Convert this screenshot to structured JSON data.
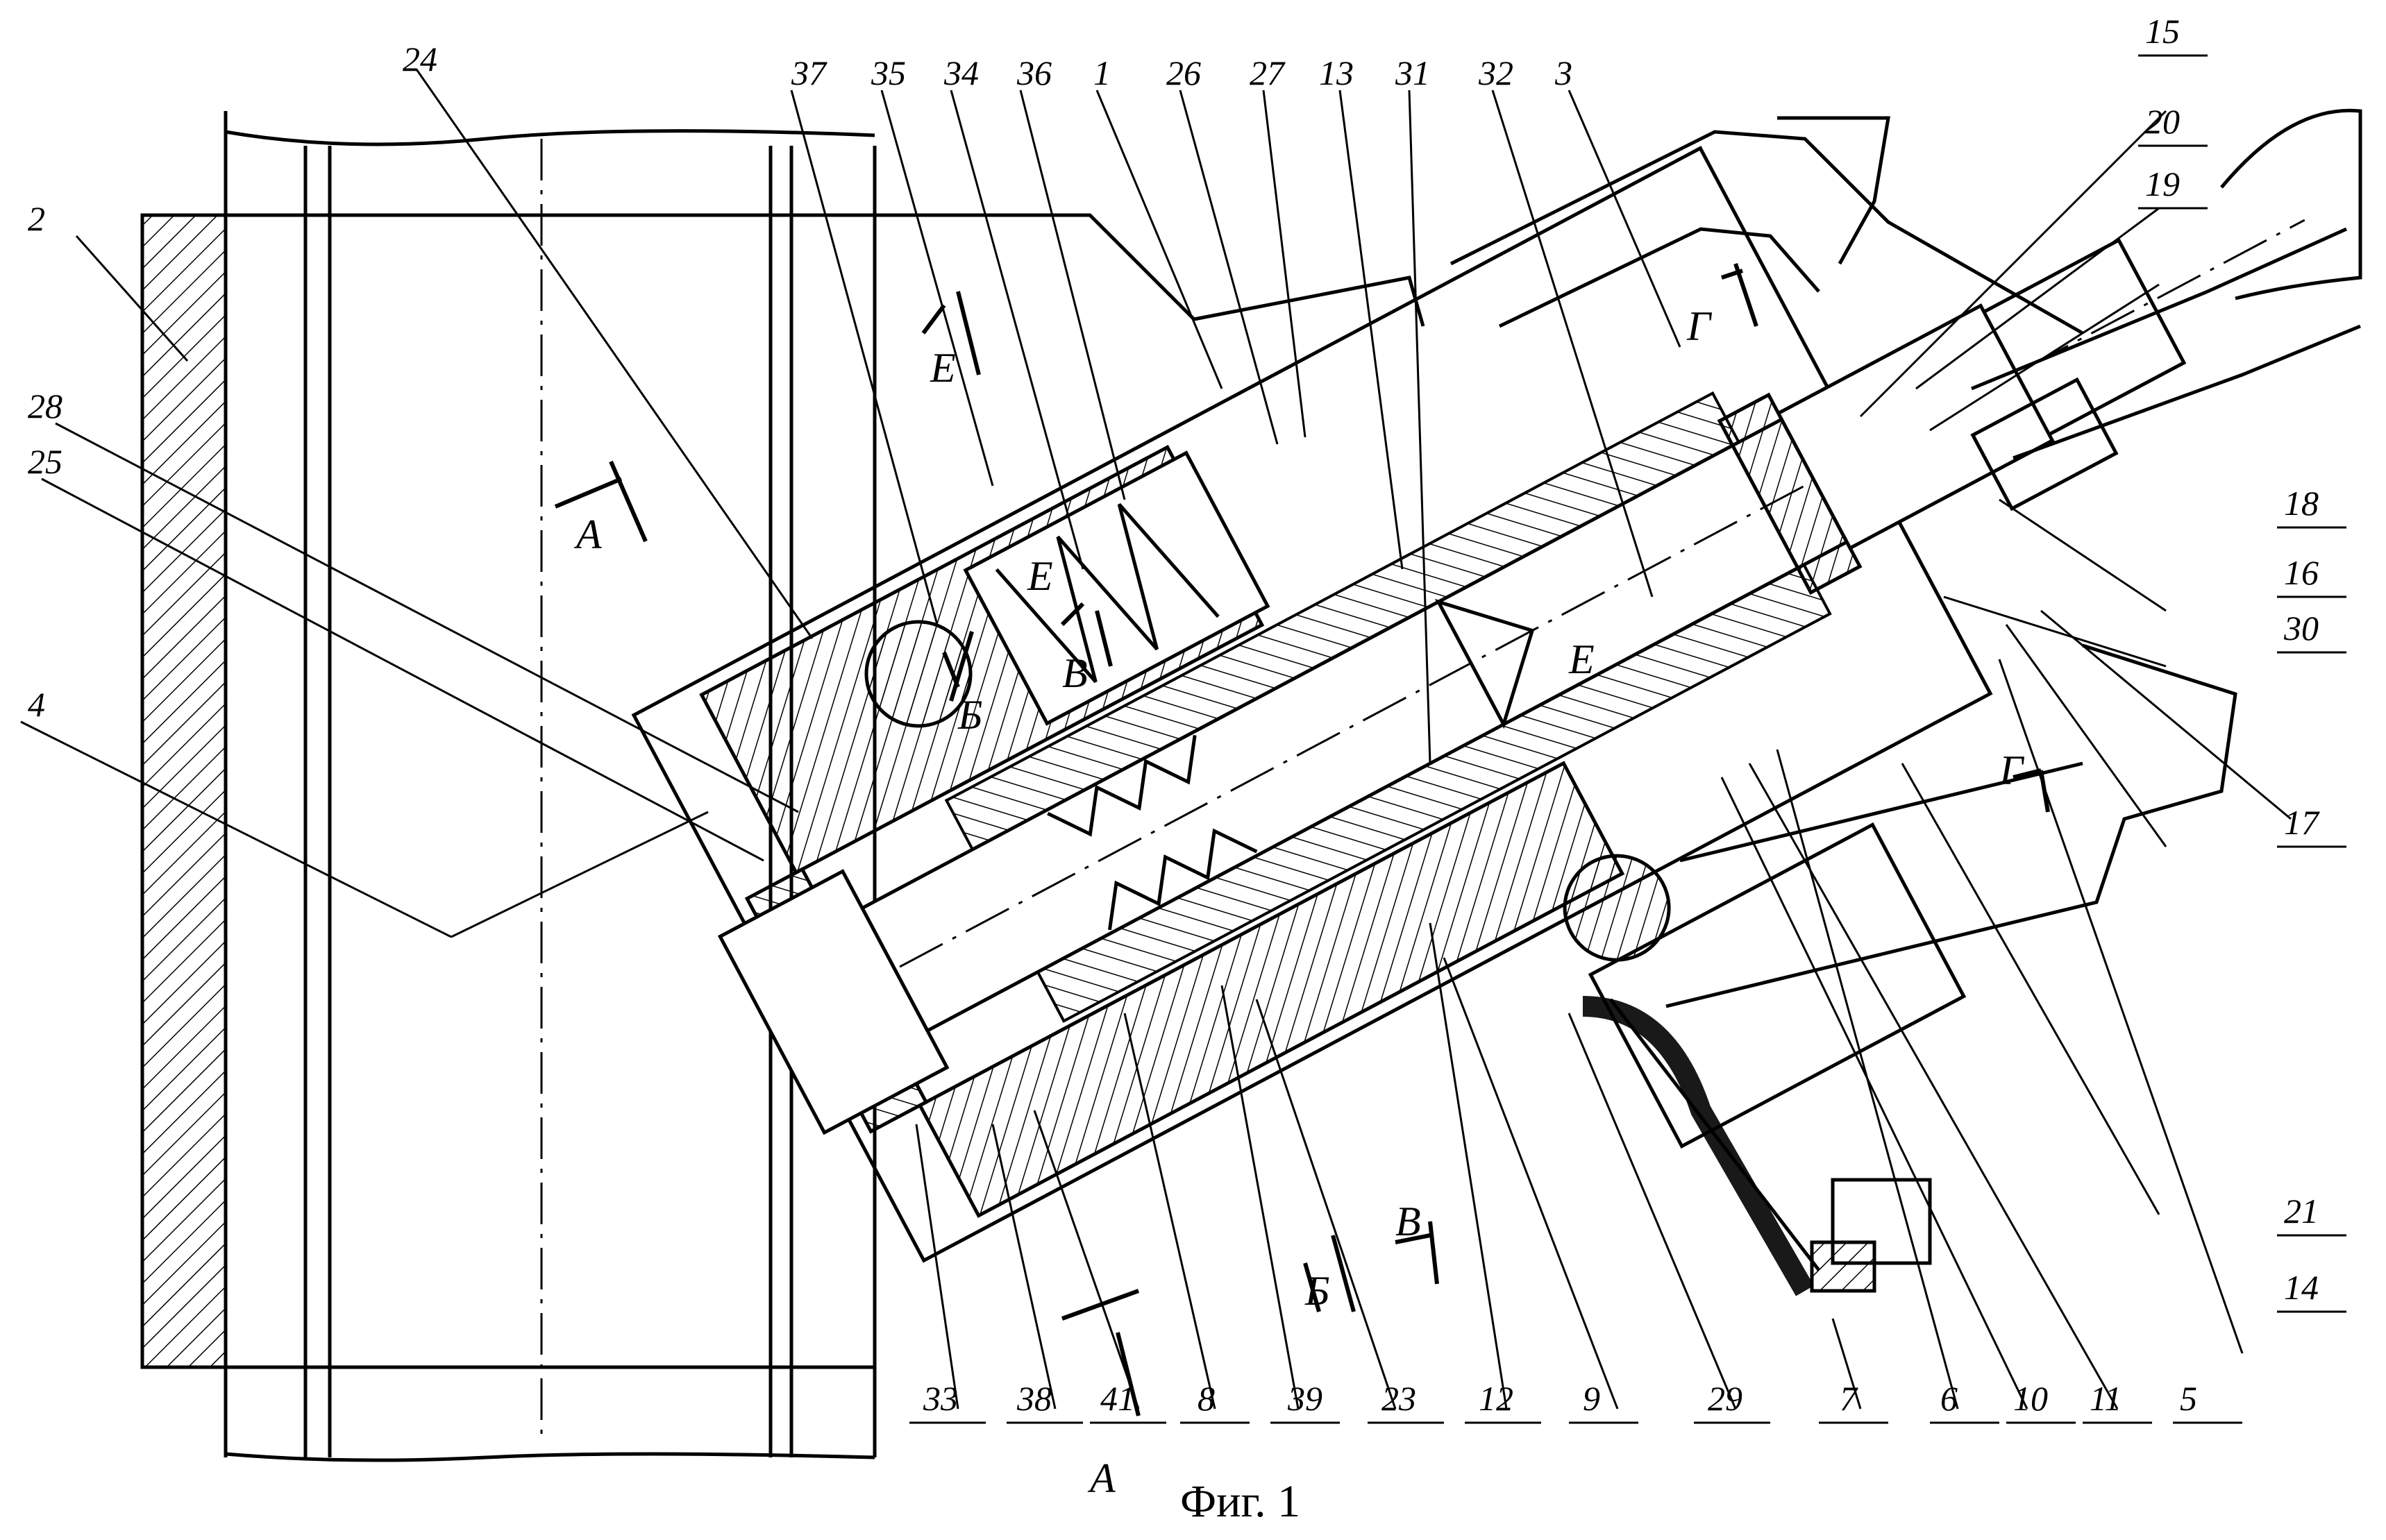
{
  "figure": {
    "caption": "Фиг. 1",
    "part_numbers": [
      "2",
      "28",
      "25",
      "4",
      "24",
      "37",
      "35",
      "34",
      "36",
      "1",
      "26",
      "27",
      "13",
      "31",
      "32",
      "3",
      "15",
      "20",
      "19",
      "18",
      "16",
      "30",
      "17",
      "21",
      "14",
      "5",
      "11",
      "10",
      "6",
      "7",
      "29",
      "9",
      "12",
      "23",
      "39",
      "8",
      "41",
      "38",
      "33"
    ],
    "section_marks": [
      "А",
      "А",
      "Б",
      "Б",
      "В",
      "В",
      "Г",
      "Г",
      "Е",
      "Е",
      "Е"
    ]
  }
}
